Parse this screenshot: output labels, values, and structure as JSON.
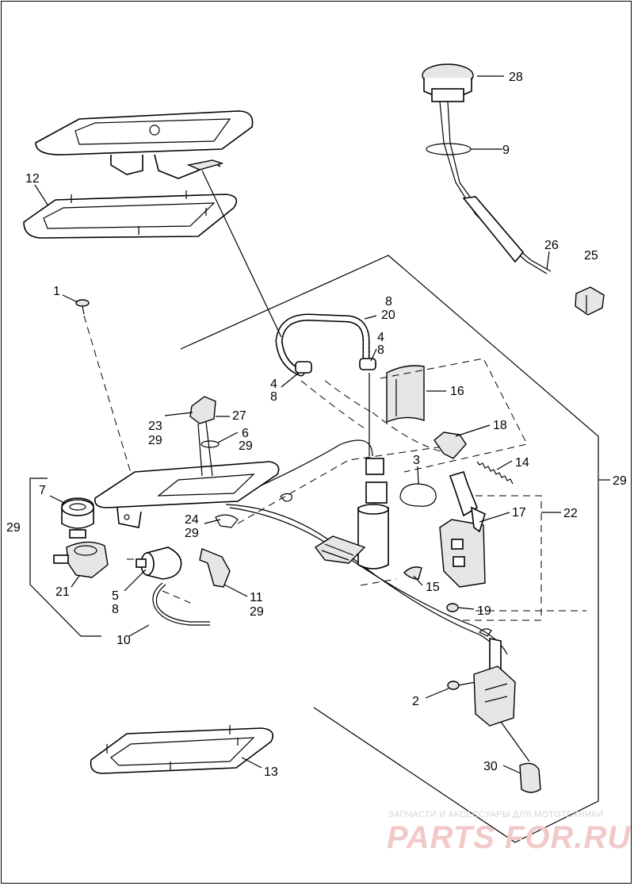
{
  "callouts": {
    "c1": "1",
    "c2": "2",
    "c3": "3",
    "c4a": "4",
    "c8a": "8",
    "c4b": "4",
    "c8b": "8",
    "c5": "5",
    "c8c": "8",
    "c6": "6",
    "c29a": "29",
    "c7": "7",
    "c8d": "8",
    "c20": "20",
    "c9": "9",
    "c10": "10",
    "c11": "11",
    "c29b": "29",
    "c12": "12",
    "c13": "13",
    "c14": "14",
    "c15": "15",
    "c16": "16",
    "c17": "17",
    "c18": "18",
    "c19": "19",
    "c21": "21",
    "c22": "22",
    "c23": "23",
    "c29c": "29",
    "c24": "24",
    "c29d": "29",
    "c25": "25",
    "c26": "26",
    "c27": "27",
    "c28": "28",
    "c29e": "29",
    "c29f": "29",
    "c30": "30"
  },
  "watermark": {
    "subtitle": "ЗАПЧАСТИ И АКСЕССУАРЫ ДЛЯ МОТОТЕХНИКИ",
    "logo": "PARTS FOR.RU"
  },
  "colors": {
    "line": "#000000",
    "background": "#ffffff",
    "watermark": "#f2c9c9"
  }
}
